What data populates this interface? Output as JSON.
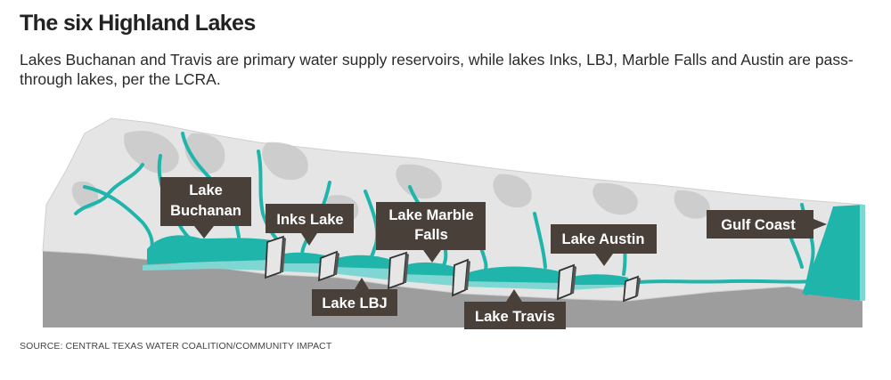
{
  "header": {
    "title": "The six Highland Lakes",
    "subtitle": "Lakes Buchanan and Travis are primary water supply reservoirs, while lakes Inks, LBJ, Marble Falls and Austin are pass-through lakes, per the LCRA."
  },
  "labels": {
    "lake_buchanan": [
      "Lake",
      "Buchanan"
    ],
    "inks_lake": "Inks Lake",
    "lake_lbj": "Lake LBJ",
    "lake_marble_falls": [
      "Lake Marble",
      "Falls"
    ],
    "lake_travis": "Lake Travis",
    "lake_austin": "Lake Austin",
    "gulf_coast": "Gulf Coast"
  },
  "footer": {
    "source": "SOURCE: CENTRAL TEXAS WATER COALITION/COMMUNITY IMPACT"
  },
  "colors": {
    "water": "#1fb5ab",
    "water_light": "#7fd6d2",
    "terrain_top": "#e3e3e3",
    "terrain_side": "#9d9d9d",
    "label_bg": "#4a403a"
  }
}
